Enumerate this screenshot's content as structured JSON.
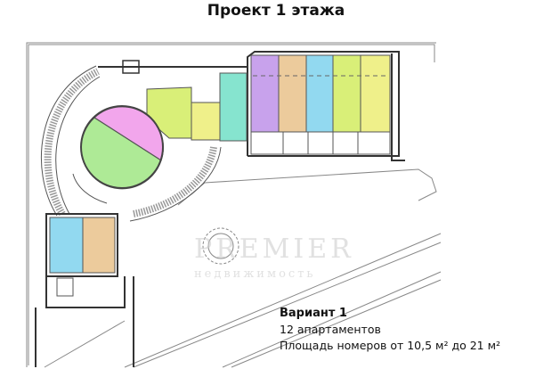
{
  "title": "Проект 1 этажа",
  "caption": {
    "variant": "Вариант 1",
    "count": "12 апартаментов",
    "area": "Площадь номеров от 10,5 м² до 21 м²"
  },
  "watermark": {
    "brand": "PREMIER",
    "sub": "недвижимость"
  },
  "colors": {
    "purple": "#c8a2ec",
    "tan": "#eccb9c",
    "blue": "#92d9f0",
    "lime": "#d9ef78",
    "yellow": "#eff08a",
    "pink": "#f2a6ec",
    "green": "#aeea96",
    "teal": "#86e4cf",
    "wall": "#333333"
  }
}
